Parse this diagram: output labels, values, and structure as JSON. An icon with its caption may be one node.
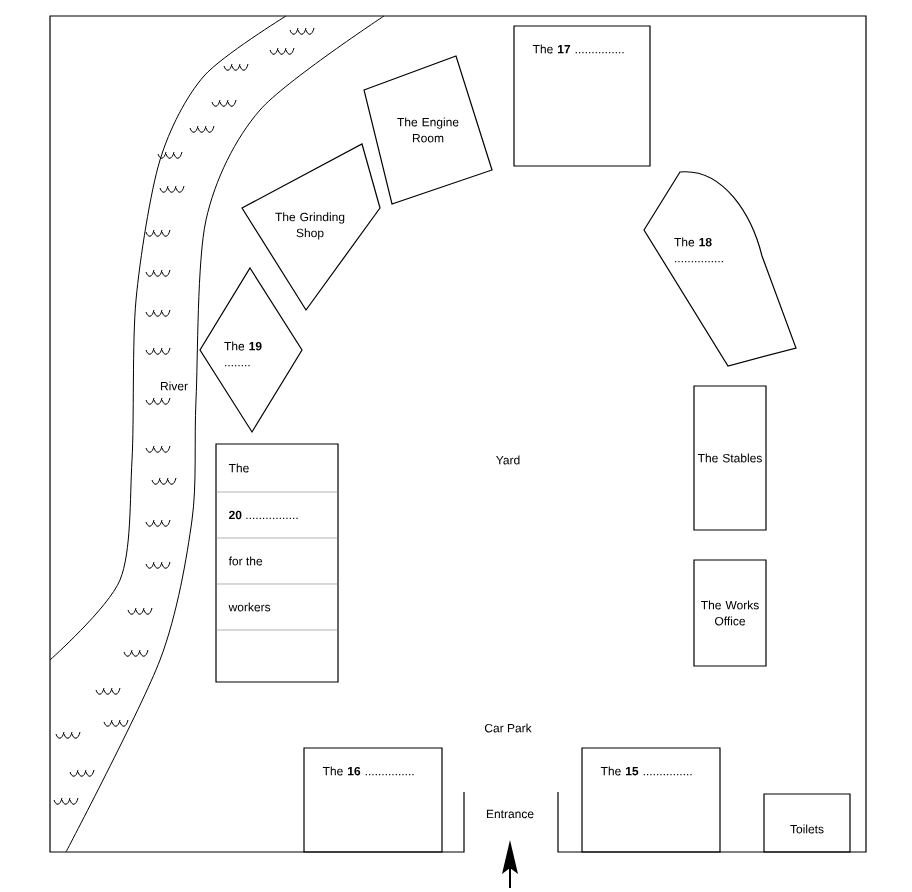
{
  "diagram": {
    "nodes": [
      {
        "text": [
          "The Engine Room"
        ]
      },
      {
        "text": [
          "The **17** ..............."
        ]
      },
      {
        "text": [
          "The Grinding Shop"
        ]
      },
      {
        "text": [
          "The **18** ..............."
        ]
      },
      {
        "text": [
          "The **19** ........"
        ]
      },
      {
        "text": [
          "The",
          "**20** ................",
          "for the",
          "workers"
        ]
      },
      {
        "text": [
          "The Stables"
        ]
      },
      {
        "text": [
          "The Works Office"
        ]
      },
      {
        "text": [
          "The **16** ..............."
        ]
      },
      {
        "text": [
          "The **15** ..............."
        ]
      },
      {
        "text": [
          "Toilets"
        ]
      }
    ],
    "labels": [
      "River",
      "Yard",
      "Car Park",
      "Entrance"
    ]
  }
}
